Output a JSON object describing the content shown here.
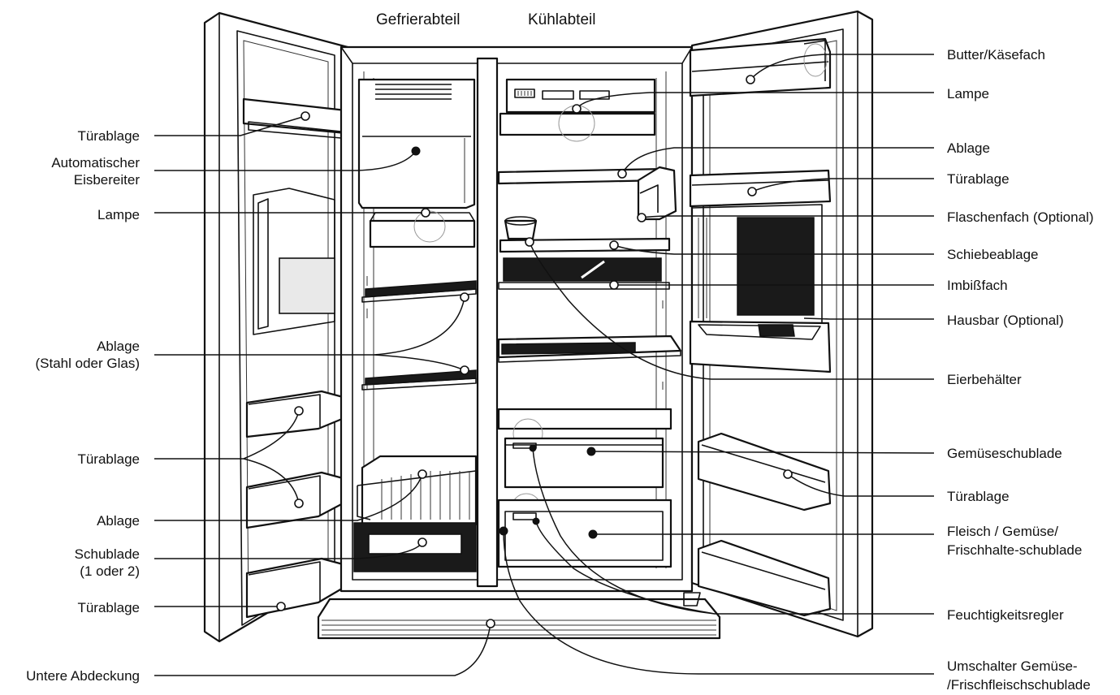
{
  "headings": {
    "freezer": "Gefrierabteil",
    "fridge": "Kühlabteil"
  },
  "labels_left": [
    "Türablage",
    "Automatischer",
    "Eisbereiter",
    "Lampe",
    "Ablage",
    "(Stahl oder Glas)",
    "Türablage",
    "Ablage",
    "Schublade",
    "(1 oder 2)",
    "Türablage",
    "Untere Abdeckung"
  ],
  "labels_right": [
    "Butter/Käsefach",
    "Lampe",
    "Ablage",
    "Türablage",
    "Flaschenfach (Optional)",
    "Schiebeablage",
    "Imbißfach",
    "Hausbar (Optional)",
    "Eierbehälter",
    "Gemüseschublade",
    "Türablage",
    "Fleisch / Gemüse/",
    "Frischhalte-schublade",
    "Feuchtigkeitsregler",
    "Umschalter Gemüse-",
    "/Frischfleischschublade"
  ]
}
